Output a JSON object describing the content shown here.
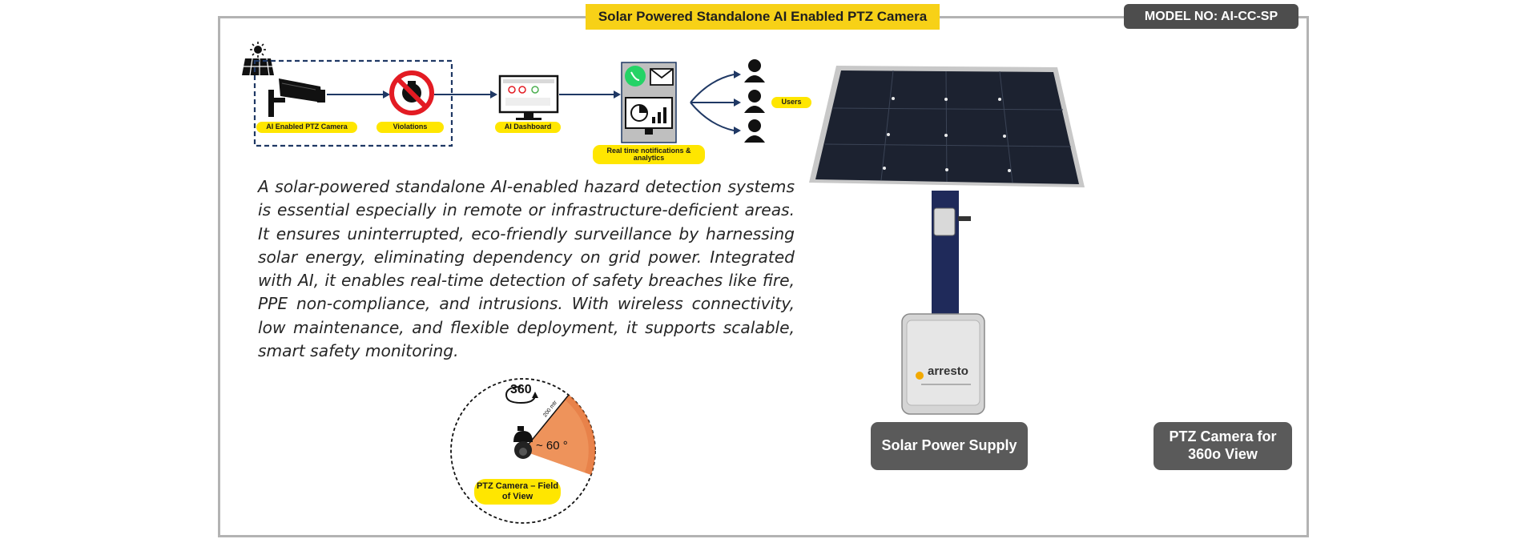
{
  "header": {
    "title": "Solar Powered Standalone AI Enabled PTZ Camera",
    "model": "MODEL NO: AI-CC-SP"
  },
  "workflow": {
    "camera_label": "AI Enabled PTZ Camera",
    "violations_label": "Violations",
    "dashboard_label": "AI Dashboard",
    "notifications_label": "Real time notifications & analytics",
    "users_label": "Users"
  },
  "description": "A solar-powered standalone AI-enabled hazard detection systems is essential especially in remote or infrastructure-deficient areas. It ensures uninterrupted, eco-friendly surveillance by harnessing solar energy, eliminating dependency on grid power. Integrated with AI, it enables real-time detection of safety breaches like fire, PPE non-compliance, and intrusions. With wireless connectivity, low maintenance, and flexible deployment, it supports scalable, smart safety monitoring.",
  "field_of_view": {
    "rotation_text": "360",
    "angle_text": "~ 60 °",
    "range_text": "200 mtr",
    "label": "PTZ Camera – Field of View"
  },
  "product": {
    "brand": "arresto",
    "solar_label": "Solar Power Supply",
    "ptz_label": "PTZ Camera for 360o View"
  },
  "colors": {
    "banner": "#f7d117",
    "badge": "#4d4d4d",
    "highlight": "#ffe600",
    "arrow": "#1f3864",
    "fov_fill": "#e46c2a"
  }
}
